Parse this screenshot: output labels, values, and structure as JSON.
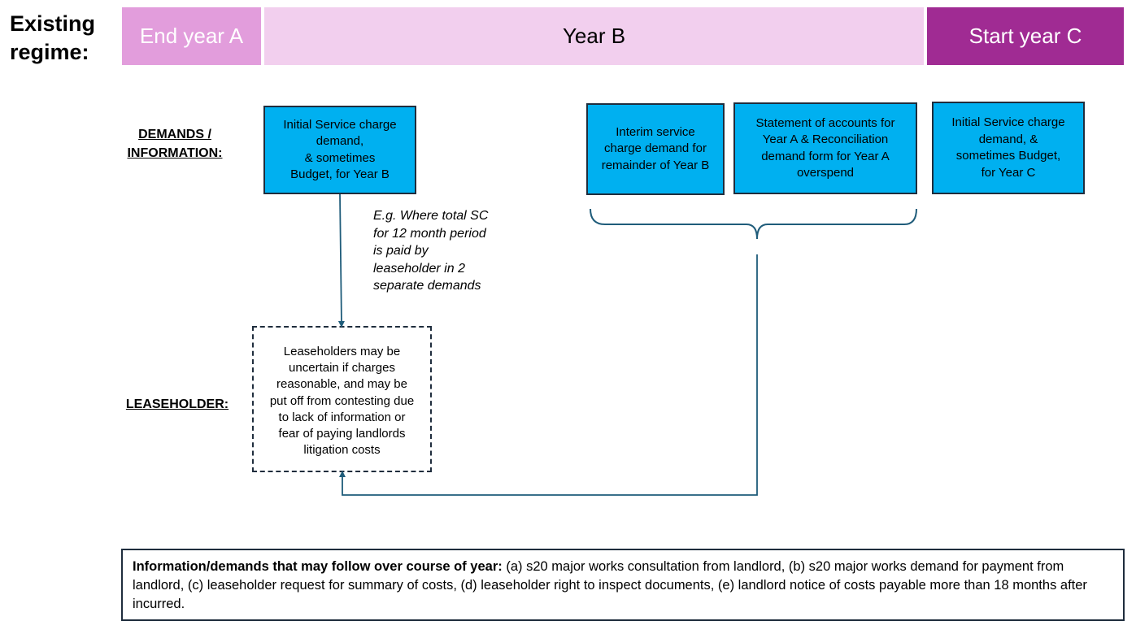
{
  "title": {
    "line1": "Existing",
    "line2": "regime:"
  },
  "timeline": {
    "end_year_a": "End year A",
    "year_b": "Year B",
    "start_year_c": "Start year C"
  },
  "row_labels": {
    "demands_line1": "DEMANDS /",
    "demands_line2": "INFORMATION:",
    "leaseholder": "LEASEHOLDER:"
  },
  "boxes": {
    "initial_b": [
      "Initial Service charge",
      "demand,",
      "& sometimes",
      "Budget, for Year B"
    ],
    "interim": [
      "Interim service",
      "charge demand  for",
      "remainder of Year B"
    ],
    "statement": [
      "Statement of accounts for",
      "Year A & Reconciliation",
      "demand form for Year A",
      "overspend"
    ],
    "initial_c": [
      "Initial Service charge",
      "demand,  &",
      "sometimes Budget,",
      "for Year C"
    ]
  },
  "example_note": [
    "E.g. Where total SC",
    "for 12 month period",
    "is paid by",
    "leaseholder in 2",
    "separate demands"
  ],
  "leaseholder_box": [
    "Leaseholders may be",
    "uncertain if charges",
    "reasonable, and may be",
    "put off from contesting due",
    "to lack of information or",
    "fear of paying landlords",
    "litigation costs"
  ],
  "footer": {
    "bold": "Information/demands that may follow over course of year:",
    "text": " (a) s20 major works consultation from landlord, (b) s20 major works demand for payment from landlord, (c) leaseholder request for summary of costs, (d) leaseholder right to inspect documents, (e) landlord notice of costs payable more than 18 months after incurred."
  },
  "colors": {
    "end_year_a": "#e29ddc",
    "year_b": "#f2cfee",
    "start_year_c": "#a02b93",
    "demand_box": "#00b0f0",
    "connector": "#1f5c7a"
  }
}
